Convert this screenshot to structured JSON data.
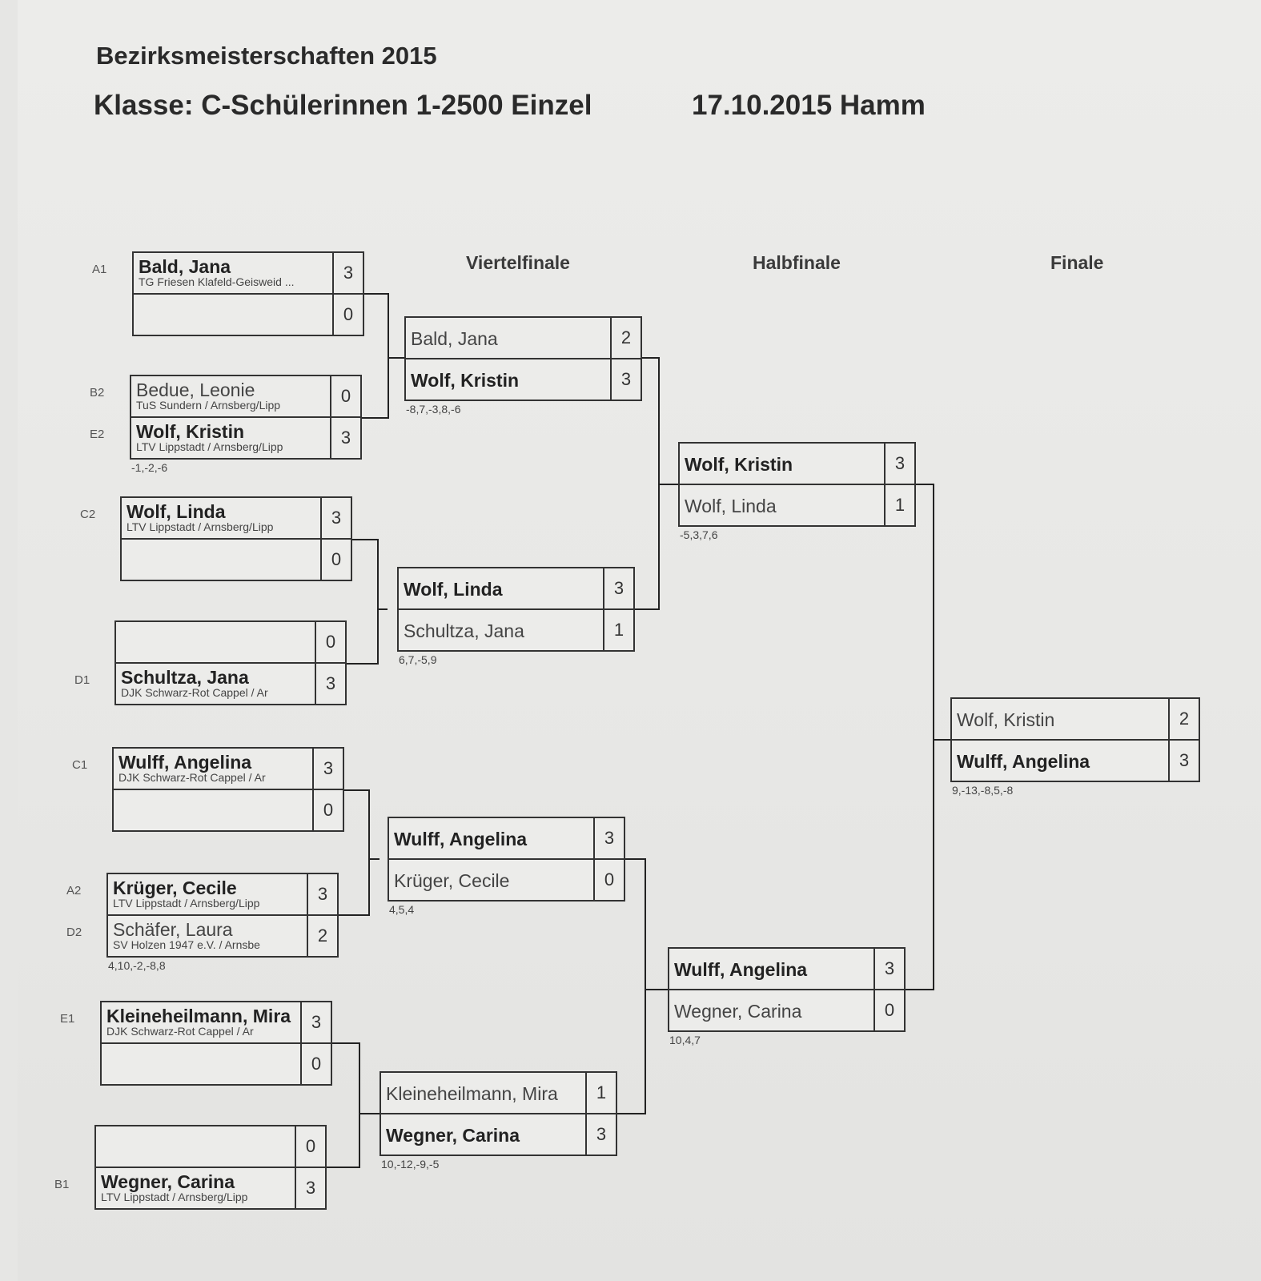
{
  "header": {
    "title": "Bezirksmeisterschaften 2015",
    "class": "Klasse: C-Schülerinnen 1-2500 Einzel",
    "date_place": "17.10.2015 Hamm"
  },
  "rounds": {
    "qf": "Viertelfinale",
    "sf": "Halbfinale",
    "final": "Finale"
  },
  "first_round": [
    {
      "p1": {
        "seed": "A1",
        "name": "Bald, Jana",
        "club": "TG Friesen Klafeld-Geisweid ...",
        "score": "3",
        "win": true
      },
      "p2": {
        "seed": "",
        "name": "",
        "club": "",
        "score": "0",
        "win": false
      },
      "sets": ""
    },
    {
      "p1": {
        "seed": "B2",
        "name": "Bedue, Leonie",
        "club": "TuS Sundern / Arnsberg/Lipp",
        "score": "0",
        "win": false
      },
      "p2": {
        "seed": "E2",
        "name": "Wolf, Kristin",
        "club": "LTV Lippstadt / Arnsberg/Lipp",
        "score": "3",
        "win": true
      },
      "sets": "-1,-2,-6"
    },
    {
      "p1": {
        "seed": "C2",
        "name": "Wolf, Linda",
        "club": "LTV Lippstadt / Arnsberg/Lipp",
        "score": "3",
        "win": true
      },
      "p2": {
        "seed": "",
        "name": "",
        "club": "",
        "score": "0",
        "win": false
      },
      "sets": ""
    },
    {
      "p1": {
        "seed": "",
        "name": "",
        "club": "",
        "score": "0",
        "win": false
      },
      "p2": {
        "seed": "D1",
        "name": "Schultza, Jana",
        "club": "DJK Schwarz-Rot Cappel / Ar",
        "score": "3",
        "win": true
      },
      "sets": ""
    },
    {
      "p1": {
        "seed": "C1",
        "name": "Wulff, Angelina",
        "club": "DJK Schwarz-Rot Cappel / Ar",
        "score": "3",
        "win": true
      },
      "p2": {
        "seed": "",
        "name": "",
        "club": "",
        "score": "0",
        "win": false
      },
      "sets": ""
    },
    {
      "p1": {
        "seed": "A2",
        "name": "Krüger, Cecile",
        "club": "LTV Lippstadt / Arnsberg/Lipp",
        "score": "3",
        "win": true
      },
      "p2": {
        "seed": "D2",
        "name": "Schäfer, Laura",
        "club": "SV Holzen 1947 e.V. / Arnsbe",
        "score": "2",
        "win": false
      },
      "sets": "4,10,-2,-8,8"
    },
    {
      "p1": {
        "seed": "E1",
        "name": "Kleineheilmann, Mira",
        "club": "DJK Schwarz-Rot Cappel / Ar",
        "score": "3",
        "win": true
      },
      "p2": {
        "seed": "",
        "name": "",
        "club": "",
        "score": "0",
        "win": false
      },
      "sets": ""
    },
    {
      "p1": {
        "seed": "",
        "name": "",
        "club": "",
        "score": "0",
        "win": false
      },
      "p2": {
        "seed": "B1",
        "name": "Wegner, Carina",
        "club": "LTV Lippstadt / Arnsberg/Lipp",
        "score": "3",
        "win": true
      },
      "sets": ""
    }
  ],
  "quarterfinals": [
    {
      "p1": {
        "name": "Bald, Jana",
        "score": "2",
        "win": false
      },
      "p2": {
        "name": "Wolf, Kristin",
        "score": "3",
        "win": true
      },
      "sets": "-8,7,-3,8,-6"
    },
    {
      "p1": {
        "name": "Wolf, Linda",
        "score": "3",
        "win": true
      },
      "p2": {
        "name": "Schultza, Jana",
        "score": "1",
        "win": false
      },
      "sets": "6,7,-5,9"
    },
    {
      "p1": {
        "name": "Wulff, Angelina",
        "score": "3",
        "win": true
      },
      "p2": {
        "name": "Krüger, Cecile",
        "score": "0",
        "win": false
      },
      "sets": "4,5,4"
    },
    {
      "p1": {
        "name": "Kleineheilmann, Mira",
        "score": "1",
        "win": false
      },
      "p2": {
        "name": "Wegner, Carina",
        "score": "3",
        "win": true
      },
      "sets": "10,-12,-9,-5"
    }
  ],
  "semifinals": [
    {
      "p1": {
        "name": "Wolf, Kristin",
        "score": "3",
        "win": true
      },
      "p2": {
        "name": "Wolf, Linda",
        "score": "1",
        "win": false
      },
      "sets": "-5,3,7,6"
    },
    {
      "p1": {
        "name": "Wulff, Angelina",
        "score": "3",
        "win": true
      },
      "p2": {
        "name": "Wegner, Carina",
        "score": "0",
        "win": false
      },
      "sets": "10,4,7"
    }
  ],
  "final": {
    "p1": {
      "name": "Wolf, Kristin",
      "score": "2",
      "win": false
    },
    "p2": {
      "name": "Wulff, Angelina",
      "score": "3",
      "win": true
    },
    "sets": "9,-13,-8,5,-8"
  }
}
